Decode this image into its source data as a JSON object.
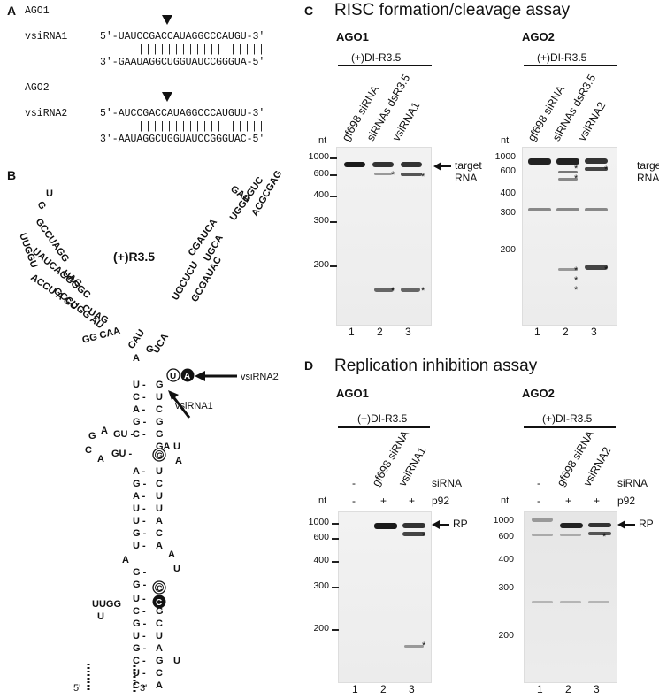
{
  "panelA": {
    "label": "A",
    "ago1": "AGO1",
    "vsi1_name": "vsiRNA1",
    "vsi1_top": "5'-UAUCCGACCAUAGGCCCAUGU-3'",
    "vsi1_pairs": "|||||||||||||||||||",
    "vsi1_bottom": "3'-GAAUAGGCUGGUAUCCGGGUA-5'",
    "ago2": "AGO2",
    "vsi2_name": "vsiRNA2",
    "vsi2_top": "5'-AUCCGACCAUAGGCCCAUGUU-3'",
    "vsi2_pairs": "|||||||||||||||||||",
    "vsi2_bottom": "3'-AAUAGGCUGGUAUCCGGGUAC-5'"
  },
  "panelB": {
    "label": "B",
    "title": "(+)R3.5",
    "arrow1": "vsiRNA1",
    "arrow2": "vsiRNA2",
    "end5": "5'",
    "end3": "3'"
  },
  "panelC": {
    "label": "C",
    "title": "RISC formation/cleavage assay",
    "ago1": "AGO1",
    "ago2": "AGO2",
    "template1": "(+)DI-R3.5",
    "template2": "(+)DI-R3.5",
    "lanes1": [
      "gf698 siRNA",
      "siRNAs dsR3.5",
      "vsiRNA1"
    ],
    "lanes2": [
      "gf698 siRNA",
      "siRNAs dsR3.5",
      "vsiRNA2"
    ],
    "nt": "nt",
    "markers1": [
      "1000",
      "600",
      "400",
      "300",
      "200"
    ],
    "markers2": [
      "1000",
      "600",
      "400",
      "300",
      "200"
    ],
    "target": "target",
    "rna": "RNA",
    "lanenums": [
      "1",
      "2",
      "3"
    ],
    "star": "*"
  },
  "panelD": {
    "label": "D",
    "title": "Replication inhibition assay",
    "ago1": "AGO1",
    "ago2": "AGO2",
    "template": "(+)DI-R3.5",
    "lanes1": [
      "-",
      "gf698 siRNA",
      "vsiRNA1"
    ],
    "lanes2": [
      "-",
      "gf698 siRNA",
      "vsiRNA2"
    ],
    "sirna": "siRNA",
    "p92": "p92",
    "p92_vals": [
      "-",
      "+",
      "+"
    ],
    "nt": "nt",
    "markers1": [
      "1000",
      "600",
      "400",
      "300",
      "200"
    ],
    "markers2": [
      "1000",
      "600",
      "400",
      "300",
      "200"
    ],
    "rp": "RP",
    "lanenums": [
      "1",
      "2",
      "3"
    ]
  }
}
